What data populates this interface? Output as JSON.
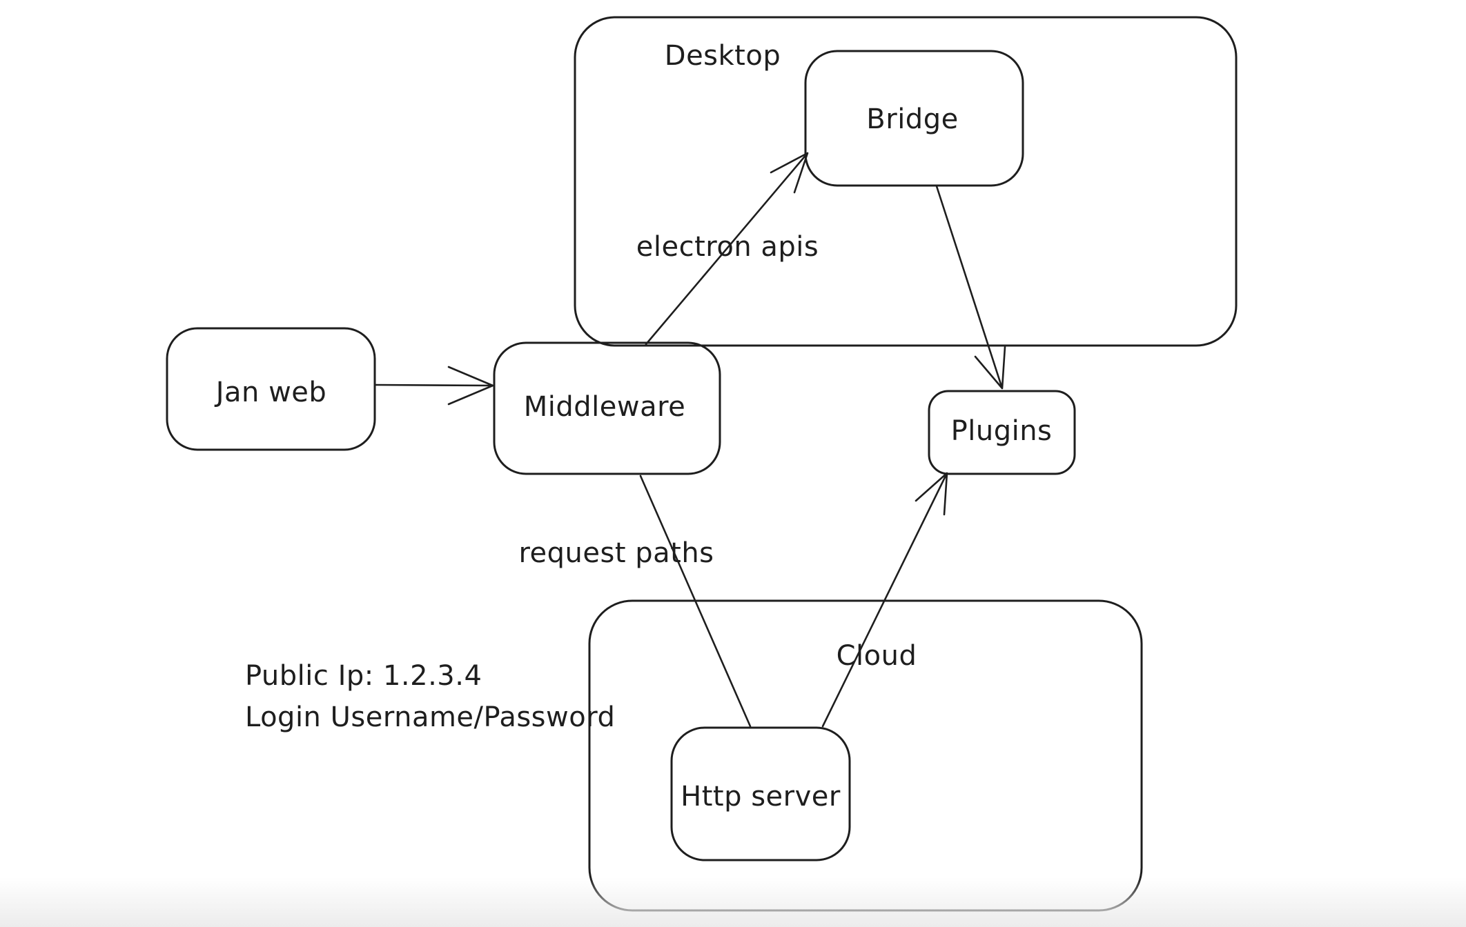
{
  "app": {
    "background_color": "#ffffff",
    "stroke_color": "#1e1e1e"
  },
  "diagram": {
    "containers": [
      {
        "id": "desktop",
        "label": "Desktop"
      },
      {
        "id": "cloud",
        "label": "Cloud"
      }
    ],
    "nodes": [
      {
        "id": "jan-web",
        "label": "Jan web"
      },
      {
        "id": "middleware",
        "label": "Middleware"
      },
      {
        "id": "bridge",
        "label": "Bridge"
      },
      {
        "id": "plugins",
        "label": "Plugins"
      },
      {
        "id": "http-server",
        "label": "Http server"
      }
    ],
    "edges": [
      {
        "from": "jan-web",
        "to": "middleware",
        "label": "",
        "arrowhead": true
      },
      {
        "from": "middleware",
        "to": "bridge",
        "label": "electron apis",
        "arrowhead": true
      },
      {
        "from": "bridge",
        "to": "plugins",
        "label": "",
        "arrowhead": true
      },
      {
        "from": "middleware",
        "to": "http-server",
        "label": "request paths",
        "arrowhead": false
      },
      {
        "from": "http-server",
        "to": "plugins",
        "label": "",
        "arrowhead": true
      }
    ],
    "annotations": [
      {
        "id": "public-ip",
        "text": "Public Ip: 1.2.3.4"
      },
      {
        "id": "login",
        "text": "Login Username/Password"
      }
    ]
  }
}
